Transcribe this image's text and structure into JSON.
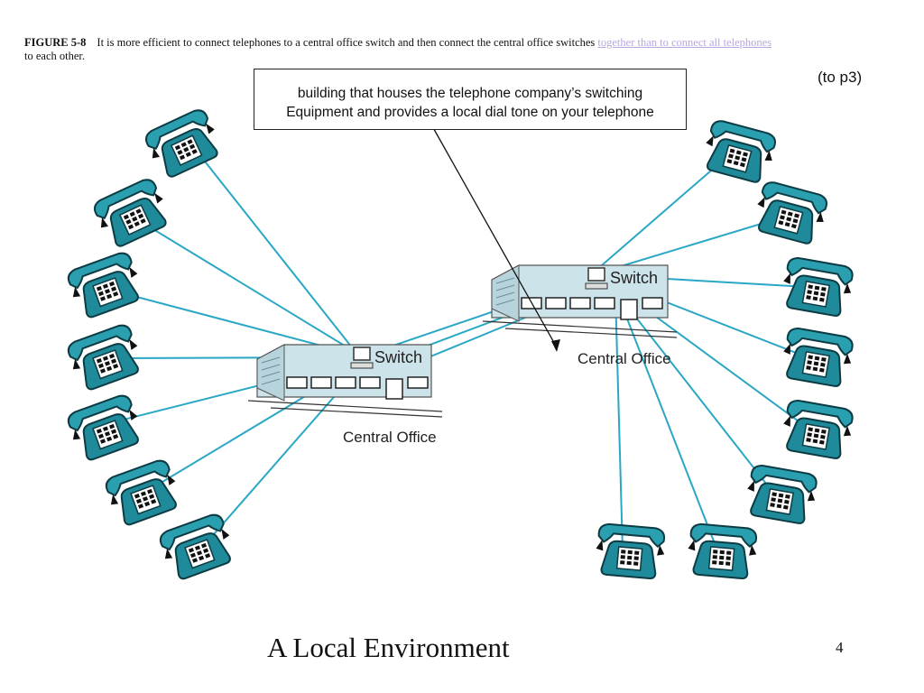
{
  "caption": {
    "figure_label": "FIGURE 5-8",
    "text": "It is more efficient to connect telephones to a central office switch and then connect the central office switches",
    "link_text": "together than to connect all telephones",
    "continuation": "to each other."
  },
  "note_top_right": "(to p3)",
  "callout": {
    "line1": "building that houses the telephone company’s switching",
    "line2": "Equipment  and provides a local dial tone on your telephone"
  },
  "left_office": {
    "switch_label": "Switch",
    "office_label": "Central Office"
  },
  "right_office": {
    "switch_label": "Switch",
    "office_label": "Central Office"
  },
  "title": "A Local Environment",
  "page_number": "4",
  "colors": {
    "line": "#29a7c5",
    "phone": "#1f8a9a",
    "building": "#cde3ea"
  },
  "icons": [
    "telephone-icon",
    "computer-icon",
    "building-icon"
  ]
}
